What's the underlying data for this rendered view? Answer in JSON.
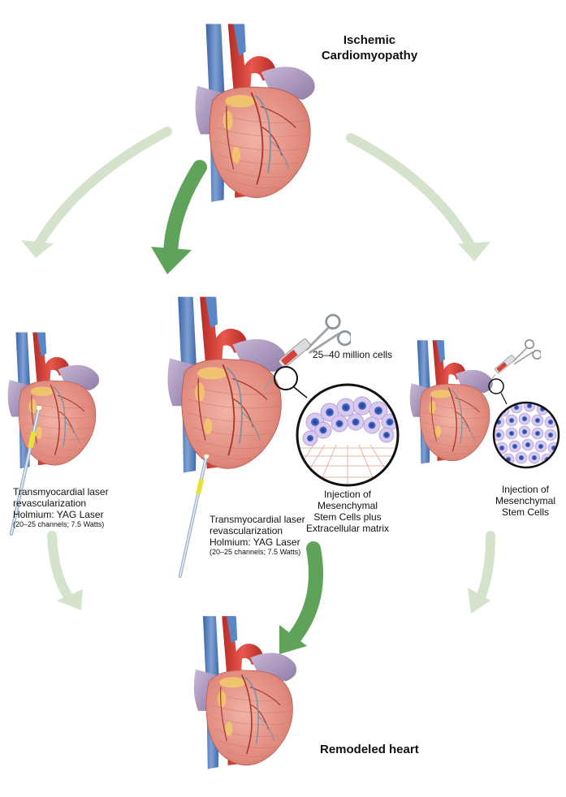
{
  "top_title": "Ischemic\nCardiomyopathy",
  "bottom_title": "Remodeled heart",
  "cells_label": "25–40 million cells",
  "left_panel": {
    "line1": "Transmyocardial laser",
    "line2": "revascularization",
    "line3": "Holmium: YAG Laser",
    "detail": "(20–25 channels; 7.5 Watts)"
  },
  "center_panel": {
    "line1": "Transmyocardial laser",
    "line2": "revascularization",
    "line3": "Holmium: YAG Laser",
    "detail": "(20–25 channels; 7.5 Watts)",
    "caption1": "Injection of Mesenchymal",
    "caption2": "Stem Cells plus",
    "caption3": "Extracellular matrix"
  },
  "right_panel": {
    "caption1": "Injection of",
    "caption2": "Mesenchymal",
    "caption3": "Stem Cells"
  },
  "colors": {
    "arrow_light": "#d5e3cc",
    "arrow_dark": "#5fa35a",
    "heart_muscle": "#e39a8e",
    "aorta": "#d8413a",
    "vena": "#4f7bb8",
    "atrium": "#a897b8",
    "fat": "#f2c86e",
    "cell": "#3556b0",
    "cell_ring": "#d9c9ef"
  }
}
